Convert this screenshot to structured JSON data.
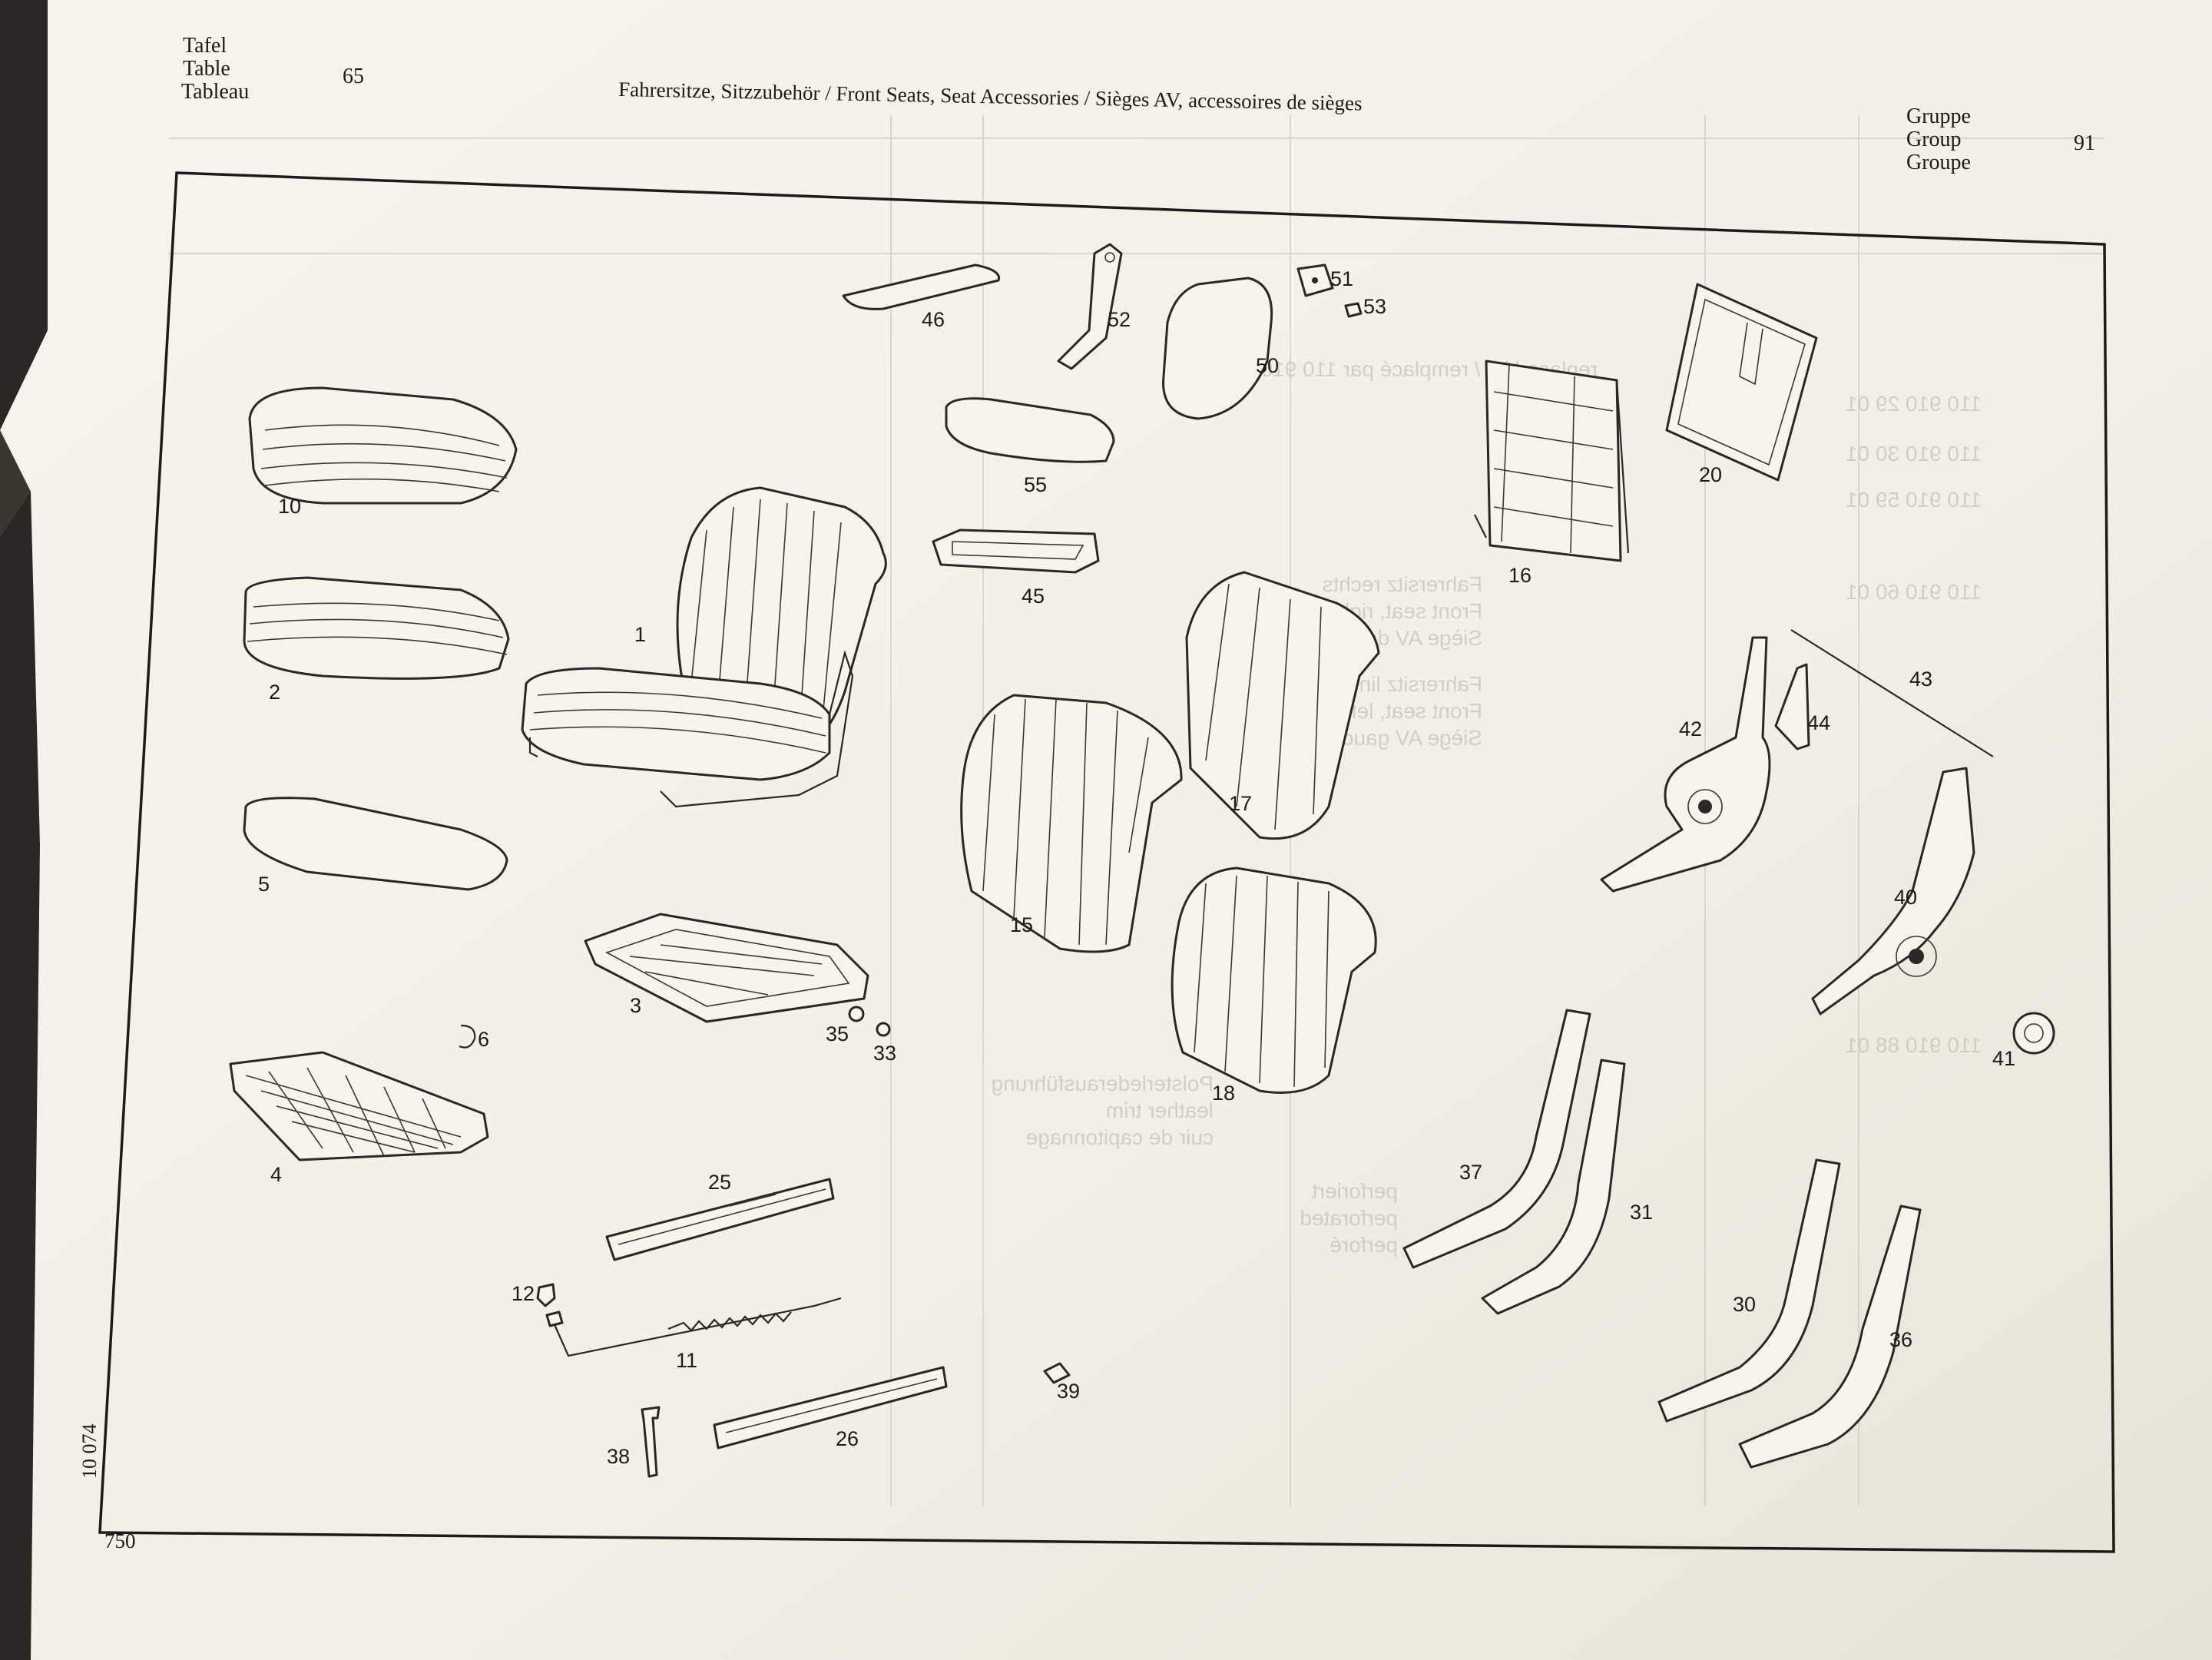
{
  "header": {
    "tafel_labels": [
      "Tafel",
      "Table",
      "Tableau"
    ],
    "tafel_number": "65",
    "title": "Fahrersitze, Sitzzubehör / Front Seats, Seat Accessories / Sièges AV, accessoires de sièges",
    "group_labels": [
      "Gruppe",
      "Group",
      "Groupe"
    ],
    "group_number": "91"
  },
  "footer": {
    "side_code": "10 074",
    "page_number": "750"
  },
  "callouts": [
    "1",
    "2",
    "3",
    "4",
    "5",
    "6",
    "10",
    "11",
    "12",
    "15",
    "16",
    "17",
    "18",
    "20",
    "25",
    "26",
    "30",
    "31",
    "33",
    "35",
    "36",
    "37",
    "38",
    "39",
    "40",
    "41",
    "42",
    "43",
    "44",
    "45",
    "46",
    "50",
    "51",
    "52",
    "53",
    "55"
  ],
  "bleed_through": {
    "part_numbers": [
      "110 910 29 01",
      "110 910 30 01",
      "110 910 59 01",
      "110 910 60 01",
      "110 910 88 01"
    ],
    "phrases": [
      "replaced by / remplacé par 110 910 89 01",
      "Fahrersitz rechts",
      "Front seat, right",
      "Siège AV droit",
      "Fahrersitz links",
      "Front seat, left",
      "Siège AV gauche",
      "Polsterlederausführung",
      "leather trim",
      "cuir de capitonnage",
      "perforiert",
      "perforated",
      "perforé"
    ]
  },
  "colors": {
    "paper": "#f4f2ea",
    "ink": "#1d1b19",
    "background": "#2a2724",
    "bleed_ink": "#b8b4ac"
  }
}
